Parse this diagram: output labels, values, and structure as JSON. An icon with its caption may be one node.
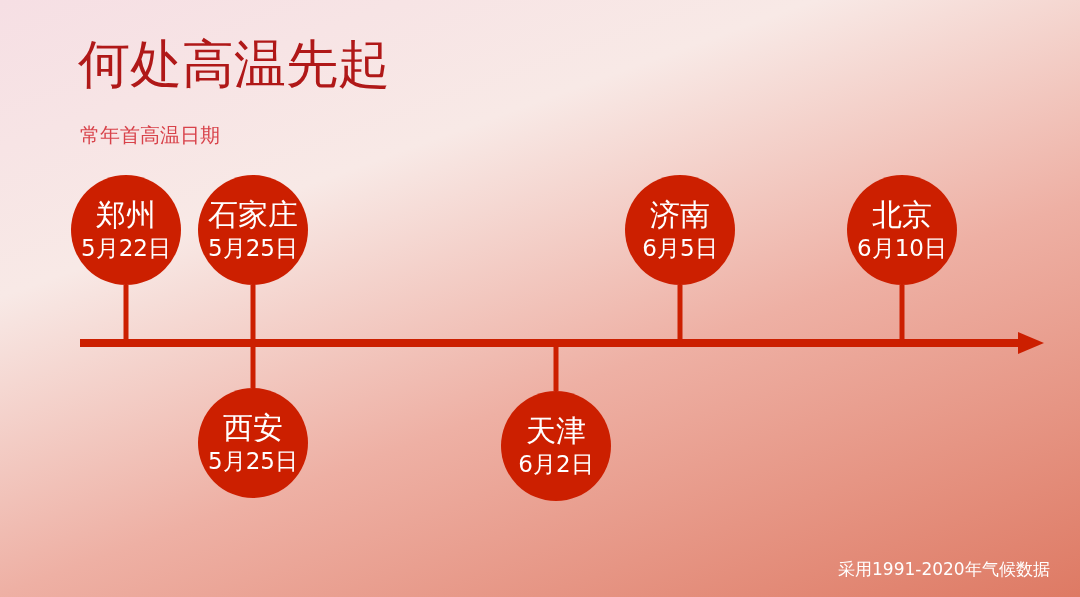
{
  "diagram": {
    "title": "何处高温先起",
    "nodes": [
      {
        "text": [
          "郑州",
          "5月22日"
        ]
      },
      {
        "text": [
          "石家庄",
          "5月25日"
        ]
      },
      {
        "text": [
          "西安",
          "5月25日"
        ]
      },
      {
        "text": [
          "天津",
          "6月2日"
        ]
      },
      {
        "text": [
          "济南",
          "6月5日"
        ]
      },
      {
        "text": [
          "北京",
          "6月10日"
        ]
      }
    ],
    "edges": [
      {
        "from": 0,
        "to": null,
        "arrow": "none"
      },
      {
        "from": 1,
        "to": null,
        "arrow": "none"
      },
      {
        "from": 2,
        "to": null,
        "arrow": "none"
      },
      {
        "from": 3,
        "to": null,
        "arrow": "none"
      },
      {
        "from": 4,
        "to": null,
        "arrow": "none"
      },
      {
        "from": 5,
        "to": null,
        "arrow": "none"
      }
    ],
    "labels": [
      "常年首高温日期",
      "采用1991-2020年气候数据"
    ]
  }
}
